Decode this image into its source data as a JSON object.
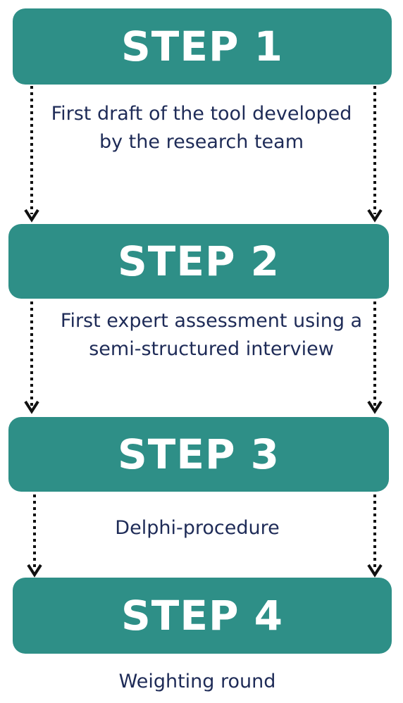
{
  "steps": [
    {
      "label": "STEP 1",
      "description": "First draft of the tool developed by the research team"
    },
    {
      "label": "STEP 2",
      "description": "First expert assessment using a semi-structured interview"
    },
    {
      "label": "STEP 3",
      "description": "Delphi-procedure"
    },
    {
      "label": "STEP 4",
      "description": "Weighting round"
    }
  ],
  "colors": {
    "box": "#2e8f87",
    "box_text": "#ffffff",
    "description_text": "#1e2b57",
    "arrow": "#111111"
  }
}
